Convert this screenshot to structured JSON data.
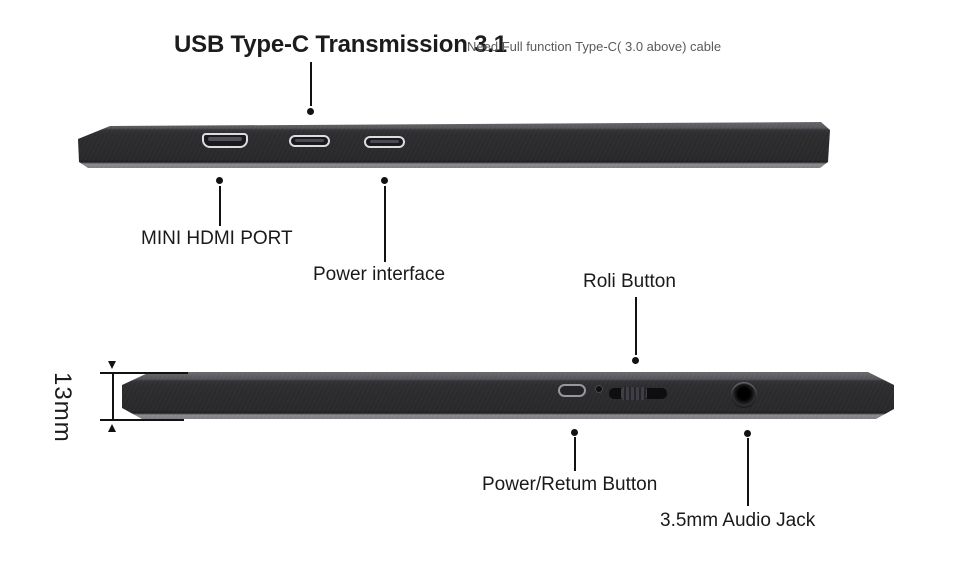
{
  "header": {
    "title": "USB Type-C Transmission 3.1",
    "note": "Need Full function Type-C( 3.0 above) cable"
  },
  "annotations": {
    "mini_hdmi": "MINI HDMI PORT",
    "power_interface": "Power interface",
    "roli_button": "Roli Button",
    "power_return_button": "Power/Retum Button",
    "audio_jack": "3.5mm Audio Jack",
    "thickness": "13mm"
  },
  "device": {
    "top_edge_ports": [
      "mini-hdmi",
      "usb-c",
      "usb-c"
    ],
    "bottom_edge_features": [
      "power-return-button",
      "led-indicator",
      "roll-wheel",
      "3.5mm-audio-jack"
    ]
  },
  "colors": {
    "background": "#ffffff",
    "device_face": "#2d2d2f",
    "device_top_edge": "#66666a",
    "device_bottom_edge": "#7a7a7e",
    "port_outline": "#dcdcde",
    "text_primary": "#1c1c1c",
    "text_secondary": "#5a5a5a",
    "callout_line": "#121212"
  }
}
